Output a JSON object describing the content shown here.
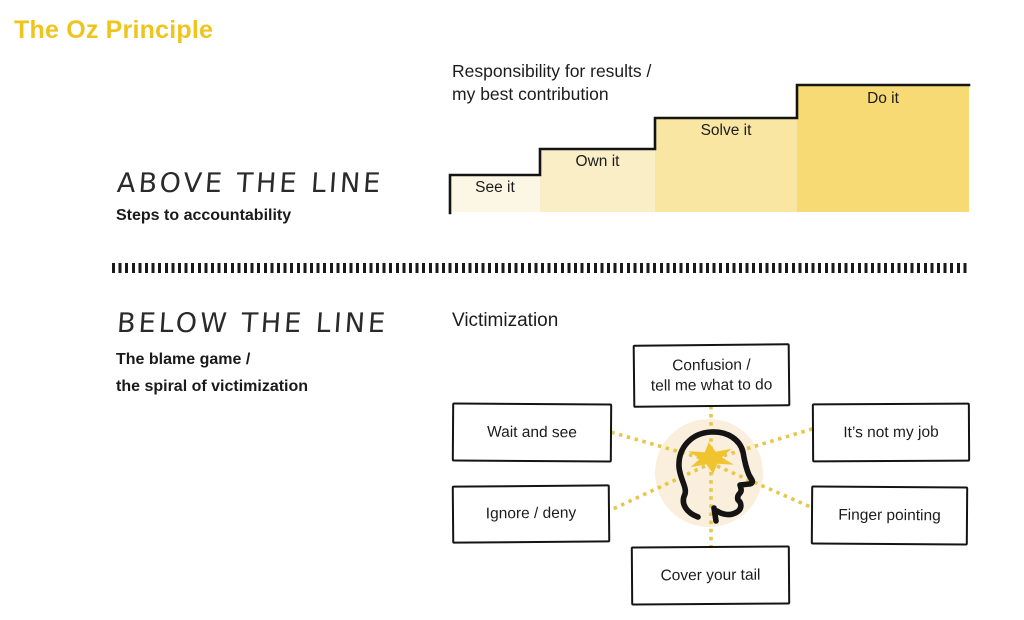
{
  "title": "The Oz Principle",
  "colors": {
    "accent_yellow": "#F0C41E",
    "step1_fill": "#FCF6E5",
    "step2_fill": "#FAEEC6",
    "step3_fill": "#F8E6A2",
    "step4_fill": "#F7DA74",
    "ray_dots": "#E7C64A",
    "halo_fill": "#FAEEDC",
    "star_fill": "#F0C42E",
    "ink": "#141414"
  },
  "above": {
    "heading": "ABOVE THE LINE",
    "subheading": "Steps to accountability",
    "chart_label_line1": "Responsibility for results /",
    "chart_label_line2": "my best contribution",
    "steps": [
      {
        "label": "See it"
      },
      {
        "label": "Own it"
      },
      {
        "label": "Solve it"
      },
      {
        "label": "Do it"
      }
    ]
  },
  "below": {
    "heading": "BELOW THE LINE",
    "subheading_line1": "The blame game /",
    "subheading_line2": "the spiral of victimization",
    "section_title": "Victimization",
    "center_icon": "head-profile-with-star-icon",
    "boxes": [
      {
        "id": "confusion",
        "line1": "Confusion /",
        "line2": "tell me what to do"
      },
      {
        "id": "wait-and-see",
        "line1": "Wait and see"
      },
      {
        "id": "its-not-my-job",
        "line1": "It’s not my job"
      },
      {
        "id": "ignore-deny",
        "line1": "Ignore / deny"
      },
      {
        "id": "finger-pointing",
        "line1": "Finger pointing"
      },
      {
        "id": "cover-your-tail",
        "line1": "Cover your tail"
      }
    ]
  }
}
